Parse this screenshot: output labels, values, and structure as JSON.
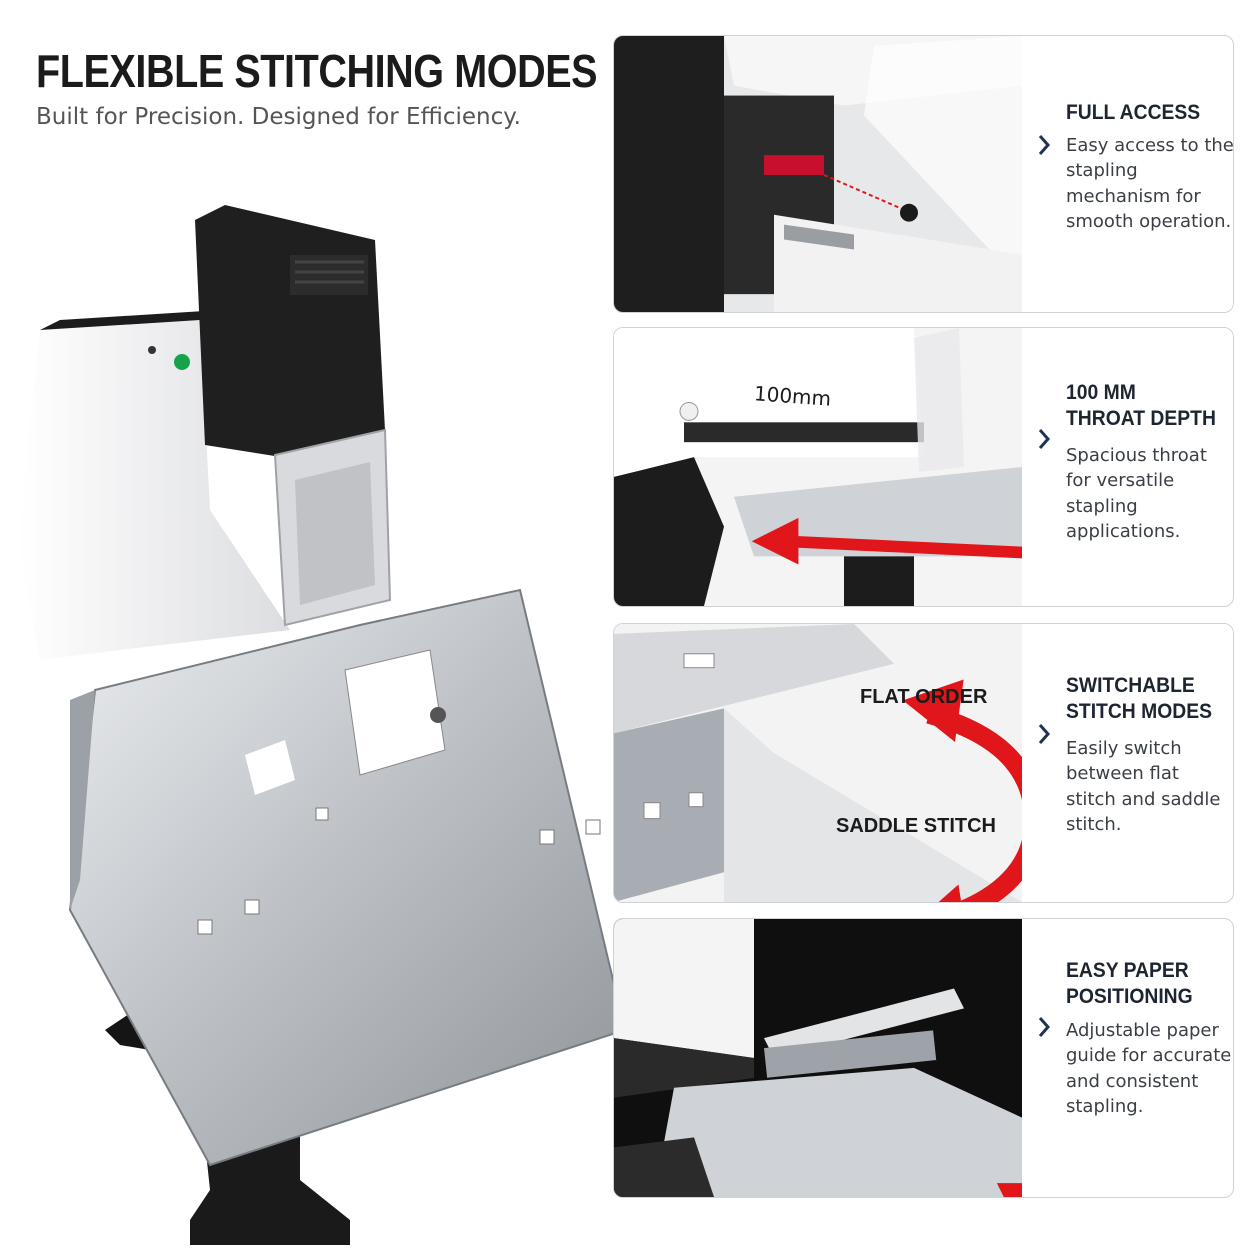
{
  "header": {
    "title": "FLEXIBLE STITCHING MODES",
    "subtitle": "Built for Precision. Designed for Efficiency."
  },
  "features": [
    {
      "title_lines": [
        "FULL ACCESS"
      ],
      "description": "Easy access to the stapling mechanism for smooth operation."
    },
    {
      "title_lines": [
        "100 MM",
        "THROAT DEPTH"
      ],
      "description": "Spacious throat for versatile stapling applications.",
      "image_label": "100mm"
    },
    {
      "title_lines": [
        "SWITCHABLE",
        "STITCH MODES"
      ],
      "description": "Easily switch between flat stitch and saddle stitch.",
      "image_labels": {
        "top": "FLAT ORDER",
        "bottom": "SADDLE STITCH"
      }
    },
    {
      "title_lines": [
        "EASY PAPER",
        "POSITIONING"
      ],
      "description": "Adjustable paper guide for accurate and consistent stapling."
    }
  ],
  "icons": {
    "bullet": "chevron-right-icon",
    "switch": "double-arrow-icon",
    "down": "arrow-down-icon"
  },
  "colors": {
    "accent_navy": "#1f3350",
    "accent_red": "#e0161b",
    "text_dark": "#1b1b1b",
    "border": "#cfd3d8"
  }
}
